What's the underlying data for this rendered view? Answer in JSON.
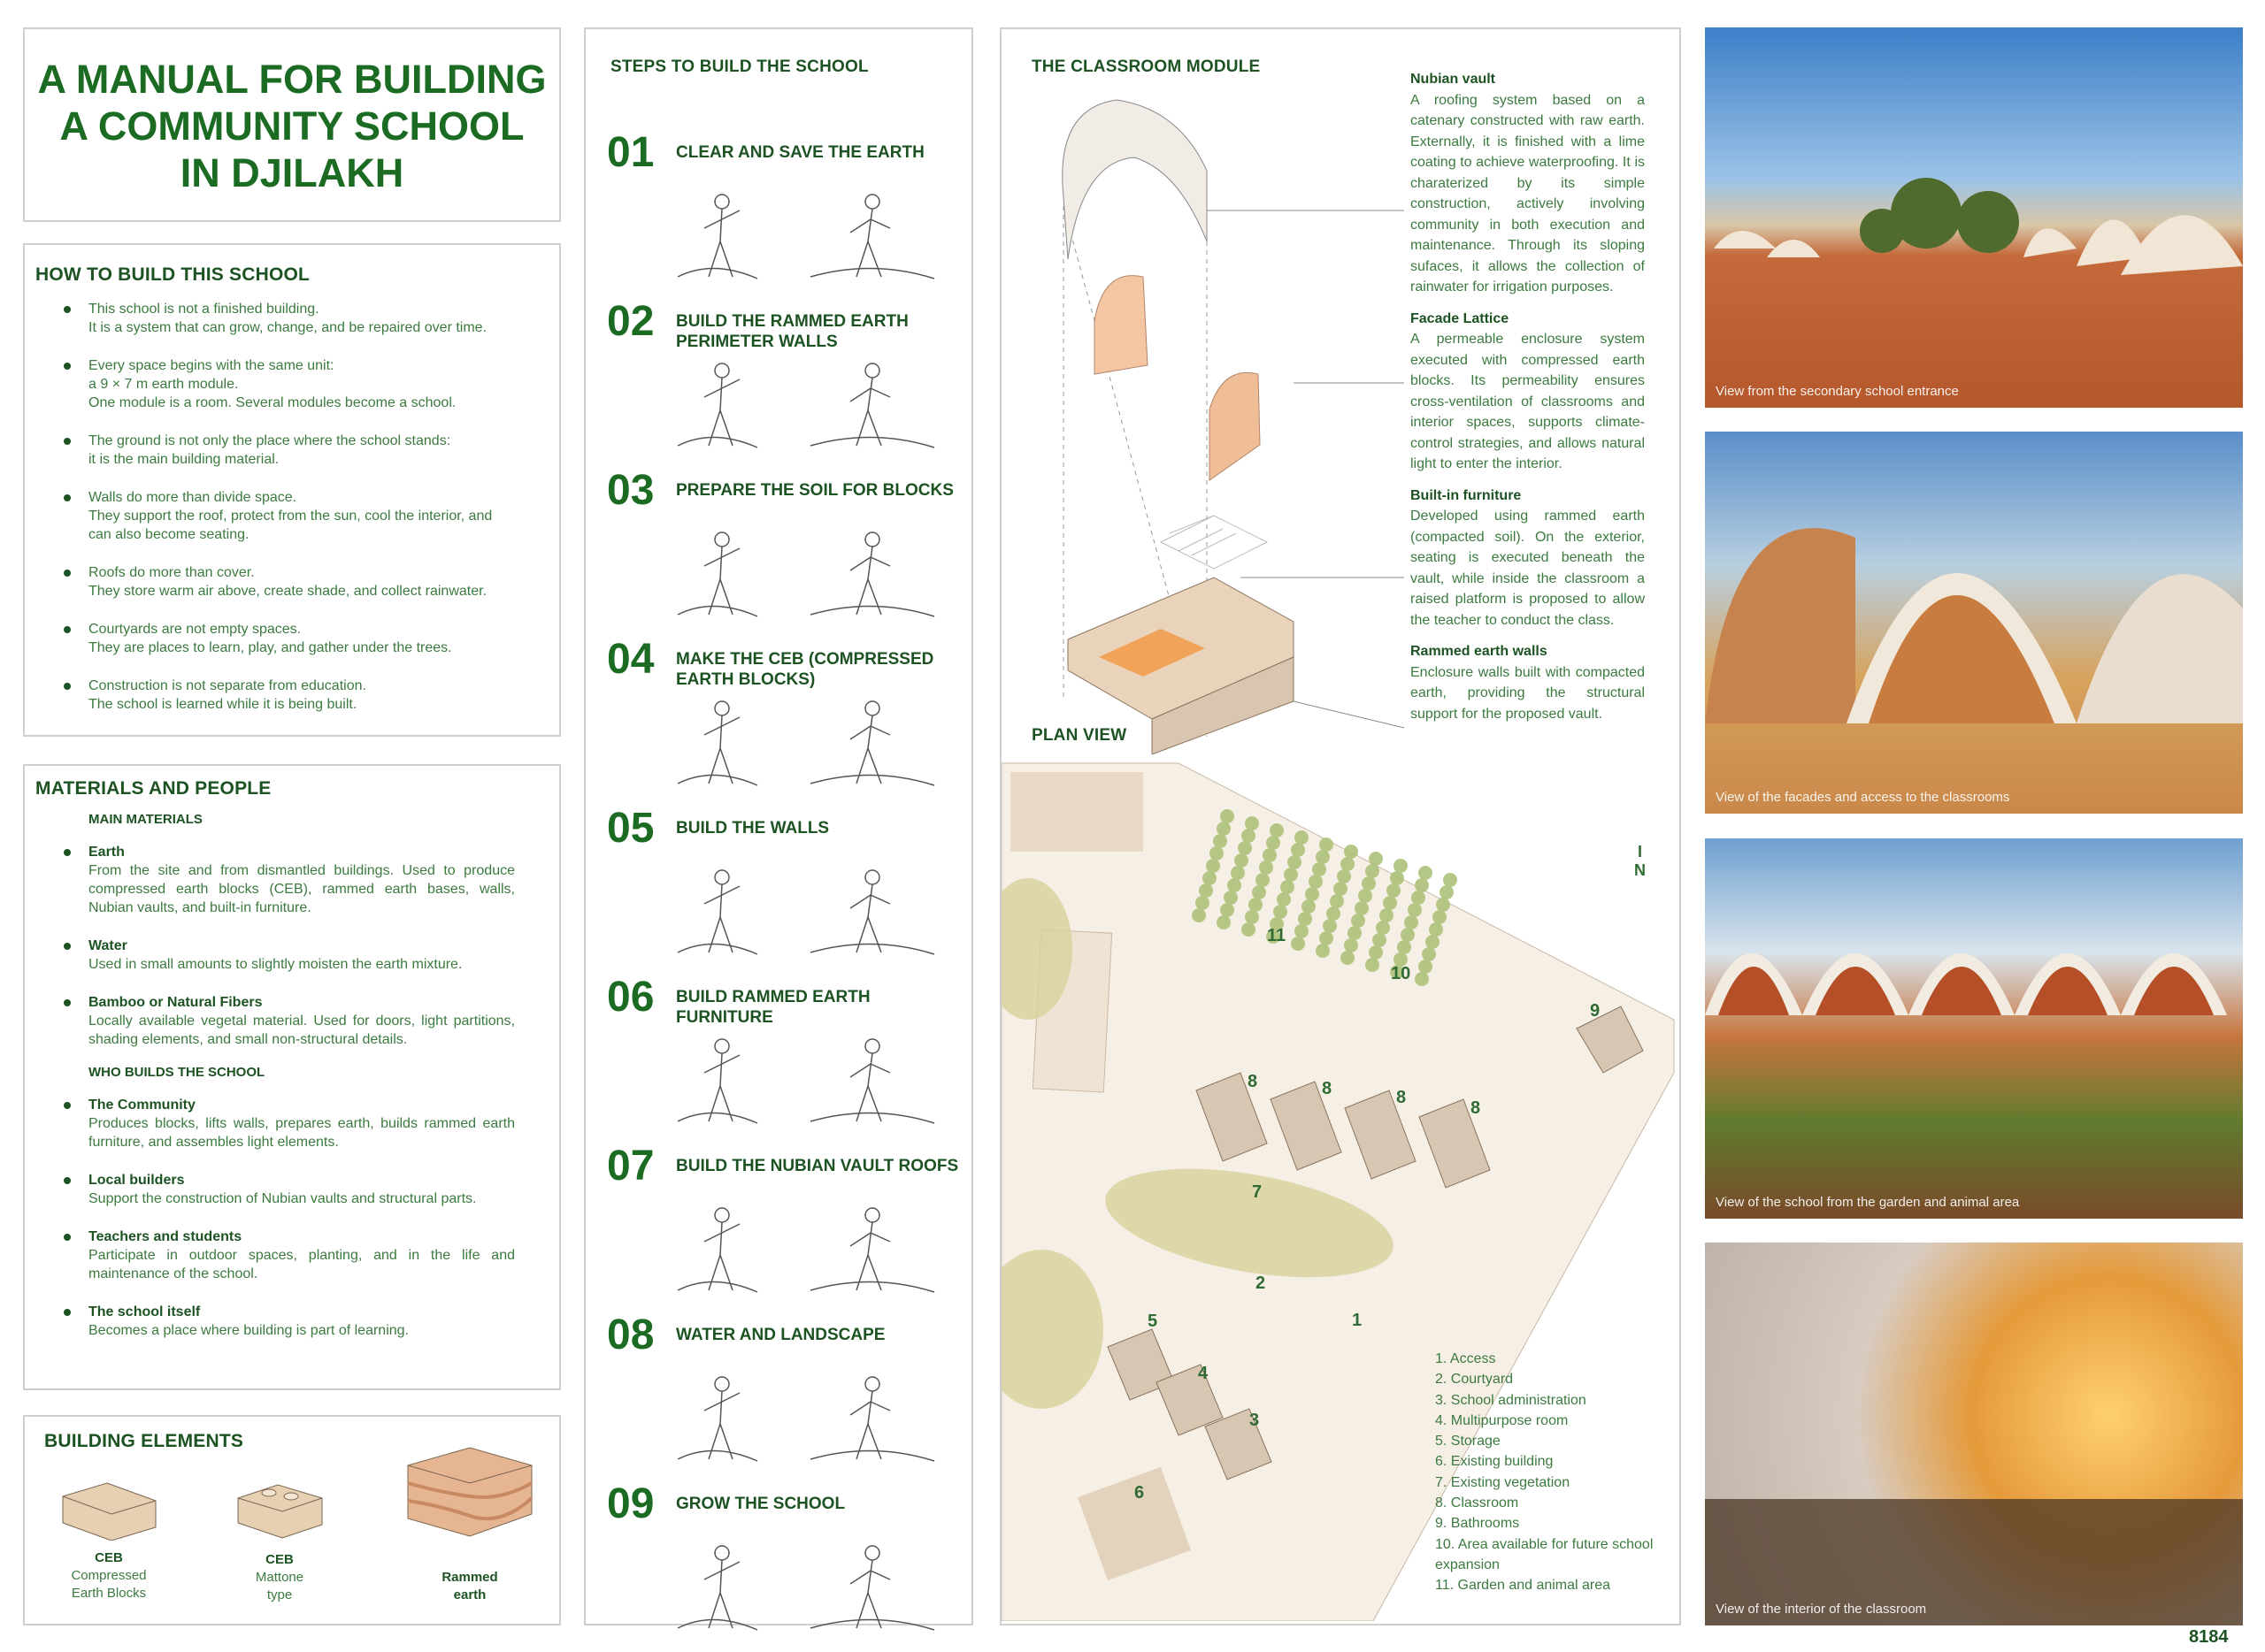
{
  "title": {
    "line1": "A MANUAL FOR BUILDING",
    "line2": "A COMMUNITY SCHOOL",
    "line3": "IN DJILAKH"
  },
  "how_to": {
    "heading": "HOW TO BUILD THIS SCHOOL",
    "items": [
      [
        "This school is not a finished building.",
        "It is a system that can grow, change, and be repaired over time."
      ],
      [
        "Every space begins with the same unit:",
        "a 9 × 7 m earth module.",
        "One module is a room. Several modules become a school."
      ],
      [
        "The ground is not only the place where the school stands:",
        "it is the main building material."
      ],
      [
        "Walls do more than divide space.",
        "They support the roof, protect from the sun, cool the interior, and can also become seating."
      ],
      [
        "Roofs do more than cover.",
        "They store warm air above, create shade, and collect rainwater."
      ],
      [
        "Courtyards are not empty spaces.",
        "They are places to learn, play, and gather under the trees."
      ],
      [
        "Construction is not separate from education.",
        "The school is learned while it is being built."
      ]
    ]
  },
  "materials": {
    "heading": "MATERIALS AND PEOPLE",
    "main_heading": "MAIN MATERIALS",
    "main": [
      {
        "name": "Earth",
        "text": "From the site and from dismantled buildings. Used to produce compressed earth blocks (CEB), rammed earth bases, walls, Nubian vaults, and built-in furniture."
      },
      {
        "name": "Water",
        "text": "Used in small amounts to slightly moisten the earth mixture."
      },
      {
        "name": "Bamboo or Natural Fibers",
        "text": "Locally available vegetal material. Used for doors, light partitions, shading elements, and small non-structural details."
      }
    ],
    "who_heading": "WHO BUILDS THE SCHOOL",
    "who": [
      {
        "name": "The Community",
        "text": "Produces blocks, lifts walls, prepares earth, builds rammed earth furniture, and assembles light elements."
      },
      {
        "name": "Local builders",
        "text": "Support the construction of Nubian vaults and structural parts."
      },
      {
        "name": "Teachers and students",
        "text": "Participate in outdoor spaces, planting, and in the life and maintenance of the school."
      },
      {
        "name": "The school itself",
        "text": "Becomes a place where building is part of learning."
      }
    ]
  },
  "elements": {
    "heading": "BUILDING ELEMENTS",
    "items": [
      {
        "title": "CEB",
        "sub1": "Compressed",
        "sub2": "Earth Blocks"
      },
      {
        "title": "CEB",
        "sub1": "Mattone",
        "sub2": "type"
      },
      {
        "title": "Rammed",
        "sub1": "earth",
        "sub2": ""
      }
    ]
  },
  "steps": {
    "heading": "STEPS TO BUILD THE SCHOOL",
    "items": [
      {
        "num": "01",
        "label": "CLEAR AND SAVE THE EARTH"
      },
      {
        "num": "02",
        "label": "BUILD THE RAMMED EARTH PERIMETER WALLS"
      },
      {
        "num": "03",
        "label": "PREPARE THE SOIL FOR BLOCKS"
      },
      {
        "num": "04",
        "label": "MAKE THE CEB (COMPRESSED EARTH BLOCKS)"
      },
      {
        "num": "05",
        "label": "BUILD THE WALLS"
      },
      {
        "num": "06",
        "label": "BUILD RAMMED EARTH FURNITURE"
      },
      {
        "num": "07",
        "label": "BUILD THE NUBIAN VAULT ROOFS"
      },
      {
        "num": "08",
        "label": "WATER AND LANDSCAPE"
      },
      {
        "num": "09",
        "label": "GROW THE SCHOOL"
      }
    ]
  },
  "module": {
    "heading": "THE CLASSROOM MODULE",
    "parts": [
      {
        "name": "Nubian vault",
        "text": "A roofing system based on a catenary constructed with raw earth. Externally, it is finished with a lime coating to achieve waterproofing. It is charaterized by its simple construction, actively involving community in both execution and maintenance. Through its sloping sufaces, it allows the collection of rainwater for irrigation purposes."
      },
      {
        "name": "Facade Lattice",
        "text": "A permeable enclosure system executed with compressed earth blocks. Its permeability ensures cross-ventilation of classrooms and interior spaces, supports climate-control strategies, and allows natural light to enter the interior."
      },
      {
        "name": "Built-in furniture",
        "text": "Developed using rammed earth (compacted soil). On the exterior, seating is executed beneath the vault, while inside the classroom a raised platform is proposed to allow the teacher to conduct the class."
      },
      {
        "name": "Rammed earth walls",
        "text": "Enclosure walls built with compacted earth, providing the structural support for the proposed vault."
      }
    ]
  },
  "plan": {
    "heading": "PLAN VIEW",
    "north": "N",
    "labels": [
      "11",
      "10",
      "9",
      "8",
      "8",
      "8",
      "8",
      "7",
      "2",
      "1",
      "5",
      "4",
      "3",
      "6"
    ],
    "legend": [
      "1.  Access",
      "2.  Courtyard",
      "3.  School administration",
      "4.  Multipurpose room",
      "5.  Storage",
      "6.  Existing building",
      "7.  Existing vegetation",
      "8.  Classroom",
      "9.  Bathrooms",
      "10. Area available for future school expansion",
      "11. Garden and animal area"
    ]
  },
  "photos": [
    {
      "caption": "View from the secondary school entrance"
    },
    {
      "caption": "View of the facades and access to the classrooms"
    },
    {
      "caption": "View of the school from the garden and animal area"
    },
    {
      "caption": "View of the interior of the classroom"
    }
  ],
  "page_number": "8184"
}
